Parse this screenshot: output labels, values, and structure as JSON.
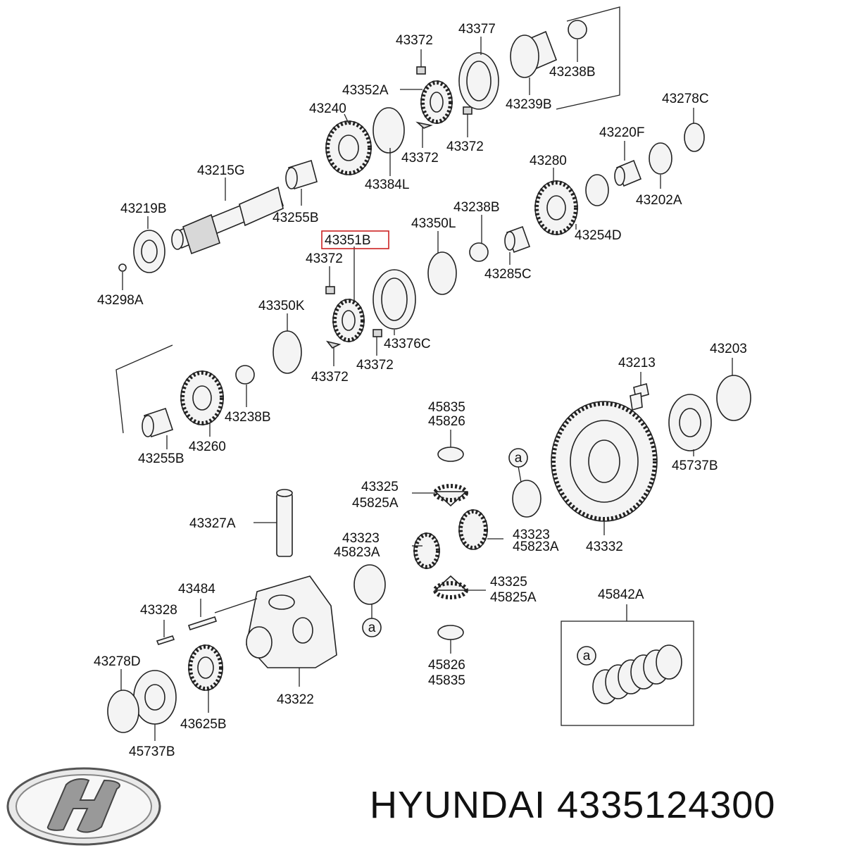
{
  "part_labels": {
    "p43372_top": "43372",
    "p43377": "43377",
    "p43352A": "43352A",
    "p43238B_top": "43238B",
    "p43240": "43240",
    "p43239B": "43239B",
    "p43278C": "43278C",
    "p43372_mid1": "43372",
    "p43372_mid2": "43372",
    "p43220F": "43220F",
    "p43215G": "43215G",
    "p43384L": "43384L",
    "p43280": "43280",
    "p43202A": "43202A",
    "p43219B": "43219B",
    "p43255B_top": "43255B",
    "p43238B_mid": "43238B",
    "p43350L": "43350L",
    "p43254D": "43254D",
    "p43351B": "43351B",
    "p43372_c1": "43372",
    "p43285C": "43285C",
    "p43298A": "43298A",
    "p43350K": "43350K",
    "p43376C": "43376C",
    "p43372_c2": "43372",
    "p43372_c3": "43372",
    "p43203": "43203",
    "p43213": "43213",
    "p43238B_low": "43238B",
    "p43260": "43260",
    "p43255B_low": "43255B",
    "p45835_a": "45835",
    "p45826_a": "45826",
    "p45737B_right": "45737B",
    "p43325_a": "43325",
    "p45825A_a": "45825A",
    "p43327A": "43327A",
    "p43323_a": "43323",
    "p45823A_a": "45823A",
    "p43323_b": "43323",
    "p45823A_b": "45823A",
    "p43332": "43332",
    "p43484": "43484",
    "p43325_b": "43325",
    "p45825A_b": "45825A",
    "p43328": "43328",
    "p45842A": "45842A",
    "p43278D": "43278D",
    "p43322": "43322",
    "p45826_b": "45826",
    "p45835_b": "45835",
    "p43625B": "43625B",
    "p45737B_left": "45737B"
  },
  "callout_letter": "a",
  "highlight_part": "43351B",
  "highlight_color": "#cc2222",
  "brand": "HYUNDAI",
  "part_number": "4335124300"
}
